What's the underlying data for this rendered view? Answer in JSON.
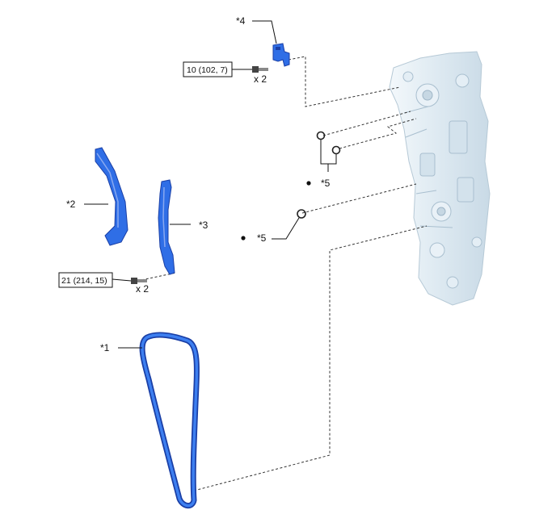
{
  "callouts": {
    "c1": "*1",
    "c2": "*2",
    "c3": "*3",
    "c4": "*4",
    "c5a": "*5",
    "c5b": "*5"
  },
  "torque": {
    "upper": "10 (102, 7)",
    "lower": "21 (214, 15)"
  },
  "quantity": {
    "upper": "x 2",
    "lower": "x 2"
  },
  "colors": {
    "part_blue": "#2f6ee6",
    "part_outline": "#1a3fa6",
    "engine_block": "#dde9f1"
  }
}
